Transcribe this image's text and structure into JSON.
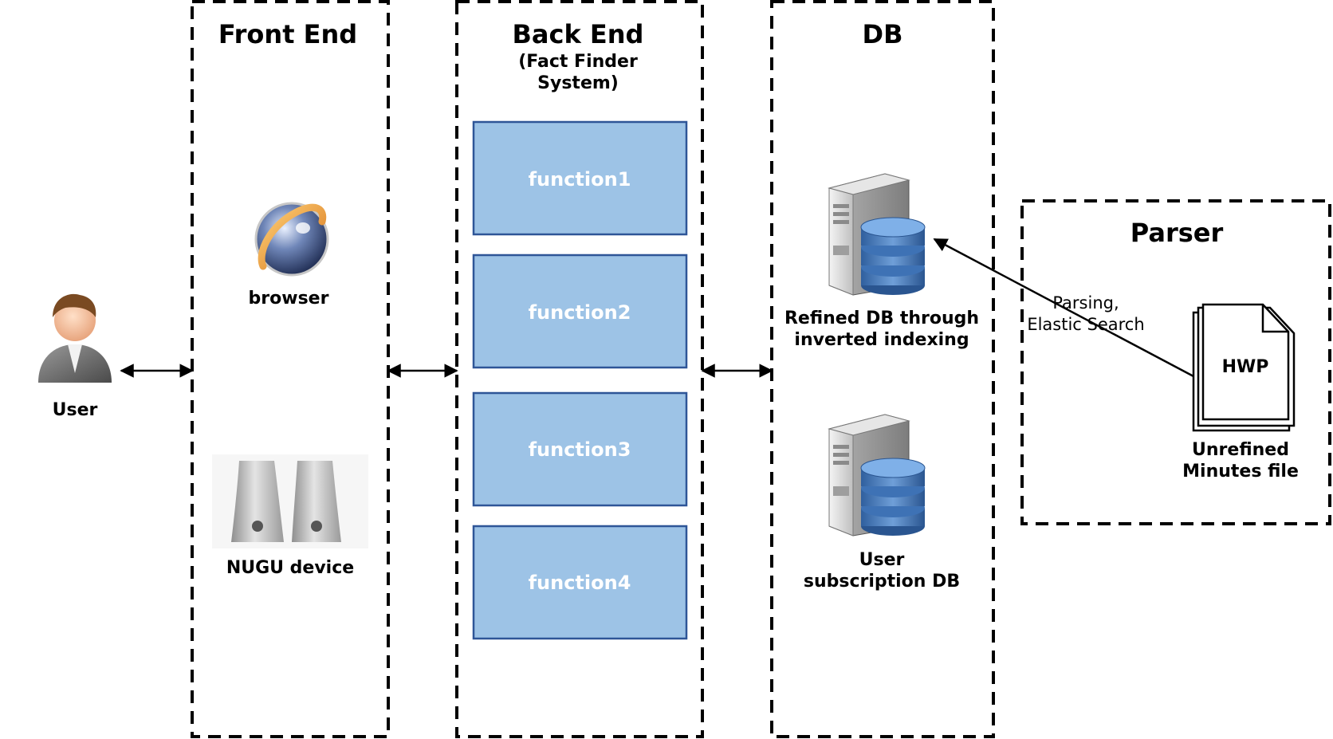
{
  "user": {
    "label": "User",
    "icon": "user-avatar-icon"
  },
  "front_end": {
    "title": "Front End",
    "items": [
      {
        "label": "browser",
        "icon": "browser-globe-icon"
      },
      {
        "label": "NUGU device",
        "icon": "smart-speaker-icon"
      }
    ]
  },
  "back_end": {
    "title": "Back End",
    "subtitle_line1": "(Fact Finder",
    "subtitle_line2": "System)",
    "functions": [
      "function1",
      "function2",
      "function3",
      "function4"
    ],
    "box_fill": "#9dc3e6",
    "box_stroke": "#2e5597"
  },
  "db": {
    "title": "DB",
    "refined": {
      "line1": "Refined DB through",
      "line2": "inverted indexing",
      "icon": "database-server-icon"
    },
    "subscription": {
      "line1": "User",
      "line2": "subscription DB",
      "icon": "database-server-icon"
    }
  },
  "parser": {
    "title": "Parser",
    "edge_line1": "Parsing,",
    "edge_line2": "Elastic Search",
    "document": {
      "badge": "HWP",
      "line1": "Unrefined",
      "line2": "Minutes file",
      "icon": "stacked-document-icon"
    }
  }
}
